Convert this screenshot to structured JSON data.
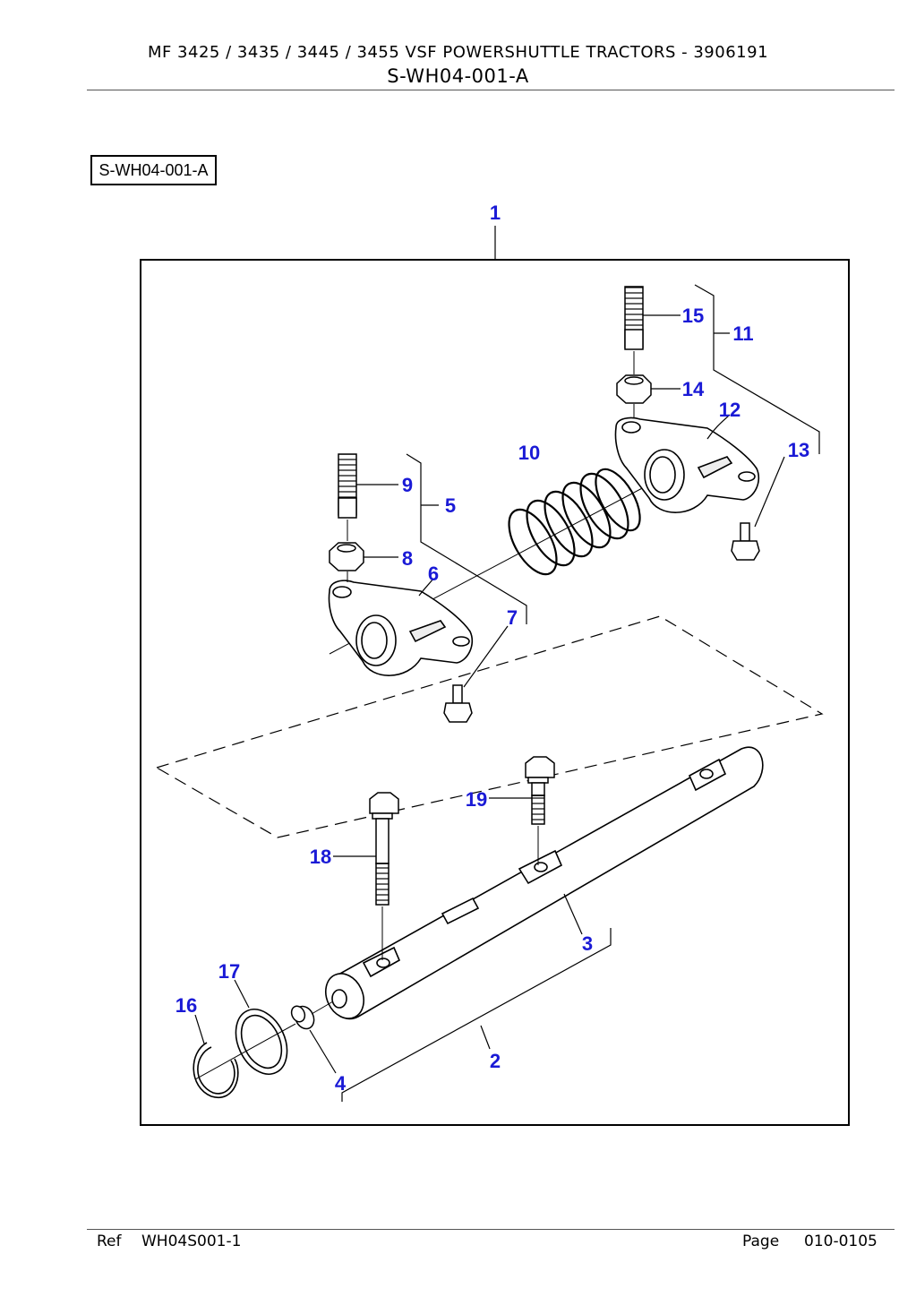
{
  "header": {
    "title": "MF 3425 / 3435 / 3445 / 3455 VSF   POWERSHUTTLE  TRACTORS - 3906191",
    "code": "S-WH04-001-A"
  },
  "diagram": {
    "ref_box": "S-WH04-001-A",
    "callouts": [
      "1",
      "2",
      "3",
      "4",
      "5",
      "6",
      "7",
      "8",
      "9",
      "10",
      "11",
      "12",
      "13",
      "14",
      "15",
      "16",
      "17",
      "18",
      "19"
    ]
  },
  "footer": {
    "ref_label": "Ref",
    "ref_value": "WH04S001-1",
    "page_label": "Page",
    "page_value": "010-0105"
  }
}
